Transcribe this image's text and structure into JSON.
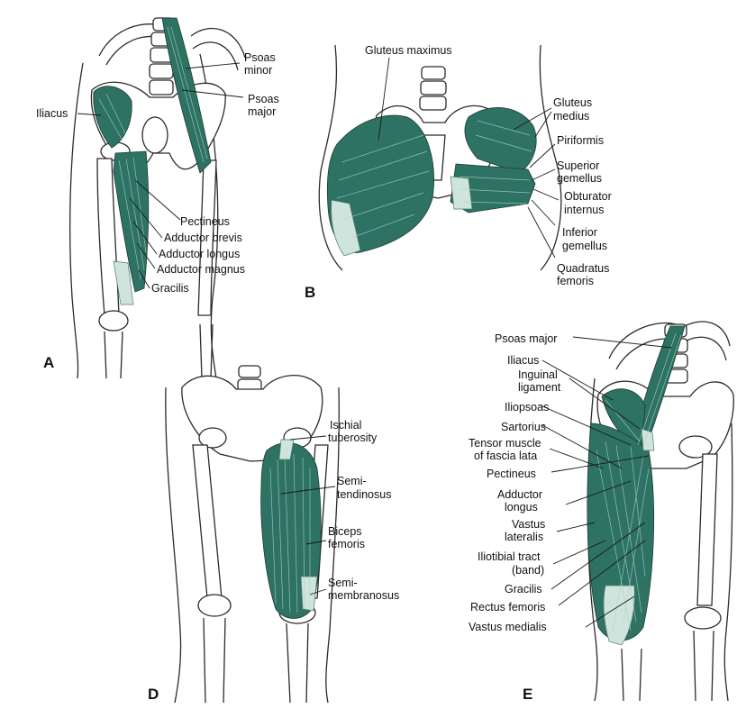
{
  "colors": {
    "muscle": "#2e7263",
    "tendon": "#cfe4dc",
    "line": "#2b2b2b"
  },
  "panels": {
    "A": {
      "letter": "A",
      "labels": {
        "psoas_minor_1": "Psoas",
        "psoas_minor_2": "minor",
        "psoas_major_1": "Psoas",
        "psoas_major_2": "major",
        "iliacus": "Iliacus",
        "pectineus": "Pectineus",
        "adductor_brevis": "Adductor brevis",
        "adductor_longus": "Adductor longus",
        "adductor_magnus": "Adductor magnus",
        "gracilis": "Gracilis"
      }
    },
    "B": {
      "letter": "B",
      "labels": {
        "gluteus_maximus": "Gluteus maximus",
        "gluteus_medius_1": "Gluteus",
        "gluteus_medius_2": "medius",
        "piriformis": "Piriformis",
        "superior_gemellus_1": "Superior",
        "superior_gemellus_2": "gemellus",
        "obturator_internus_1": "Obturator",
        "obturator_internus_2": "internus",
        "inferior_gemellus_1": "Inferior",
        "inferior_gemellus_2": "gemellus",
        "quadratus_femoris_1": "Quadratus",
        "quadratus_femoris_2": "femoris"
      }
    },
    "D": {
      "letter": "D",
      "labels": {
        "ischial_tuberosity_1": "Ischial",
        "ischial_tuberosity_2": "tuberosity",
        "semitendinosus_1": "Semi-",
        "semitendinosus_2": "tendinosus",
        "biceps_femoris_1": "Biceps",
        "biceps_femoris_2": "femoris",
        "semimembranosus_1": "Semi-",
        "semimembranosus_2": "membranosus"
      }
    },
    "E": {
      "letter": "E",
      "labels": {
        "psoas_major": "Psoas major",
        "iliacus": "Iliacus",
        "inguinal_ligament_1": "Inguinal",
        "inguinal_ligament_2": "ligament",
        "iliopsoas": "Iliopsoas",
        "sartorius": "Sartorius",
        "tensor_1": "Tensor muscle",
        "tensor_2": "of fascia lata",
        "pectineus": "Pectineus",
        "adductor_longus_1": "Adductor",
        "adductor_longus_2": "longus",
        "vastus_lateralis_1": "Vastus",
        "vastus_lateralis_2": "lateralis",
        "iliotibial_1": "Iliotibial tract",
        "iliotibial_2": "(band)",
        "gracilis": "Gracilis",
        "rectus_femoris": "Rectus femoris",
        "vastus_medialis": "Vastus medialis"
      }
    }
  }
}
